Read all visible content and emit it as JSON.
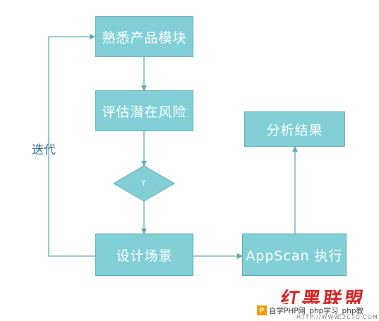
{
  "nodes": {
    "familiarize": "熟悉产品模块",
    "assess": "评估潜在风险",
    "decision": "Y",
    "design": "设计场景",
    "execute": "AppScan 执行",
    "analyze": "分析结果"
  },
  "loop_label": "迭代",
  "colors": {
    "box": "#82cfd6",
    "box_border": "#5aaab2",
    "line": "#5aaab2",
    "text": "#ffffff"
  },
  "watermark": {
    "logo": "红黑联盟",
    "icon": "P",
    "banner": "自学PHP网_php学习_php教",
    "url": "HTTP://WWW.2CTO.COM"
  }
}
